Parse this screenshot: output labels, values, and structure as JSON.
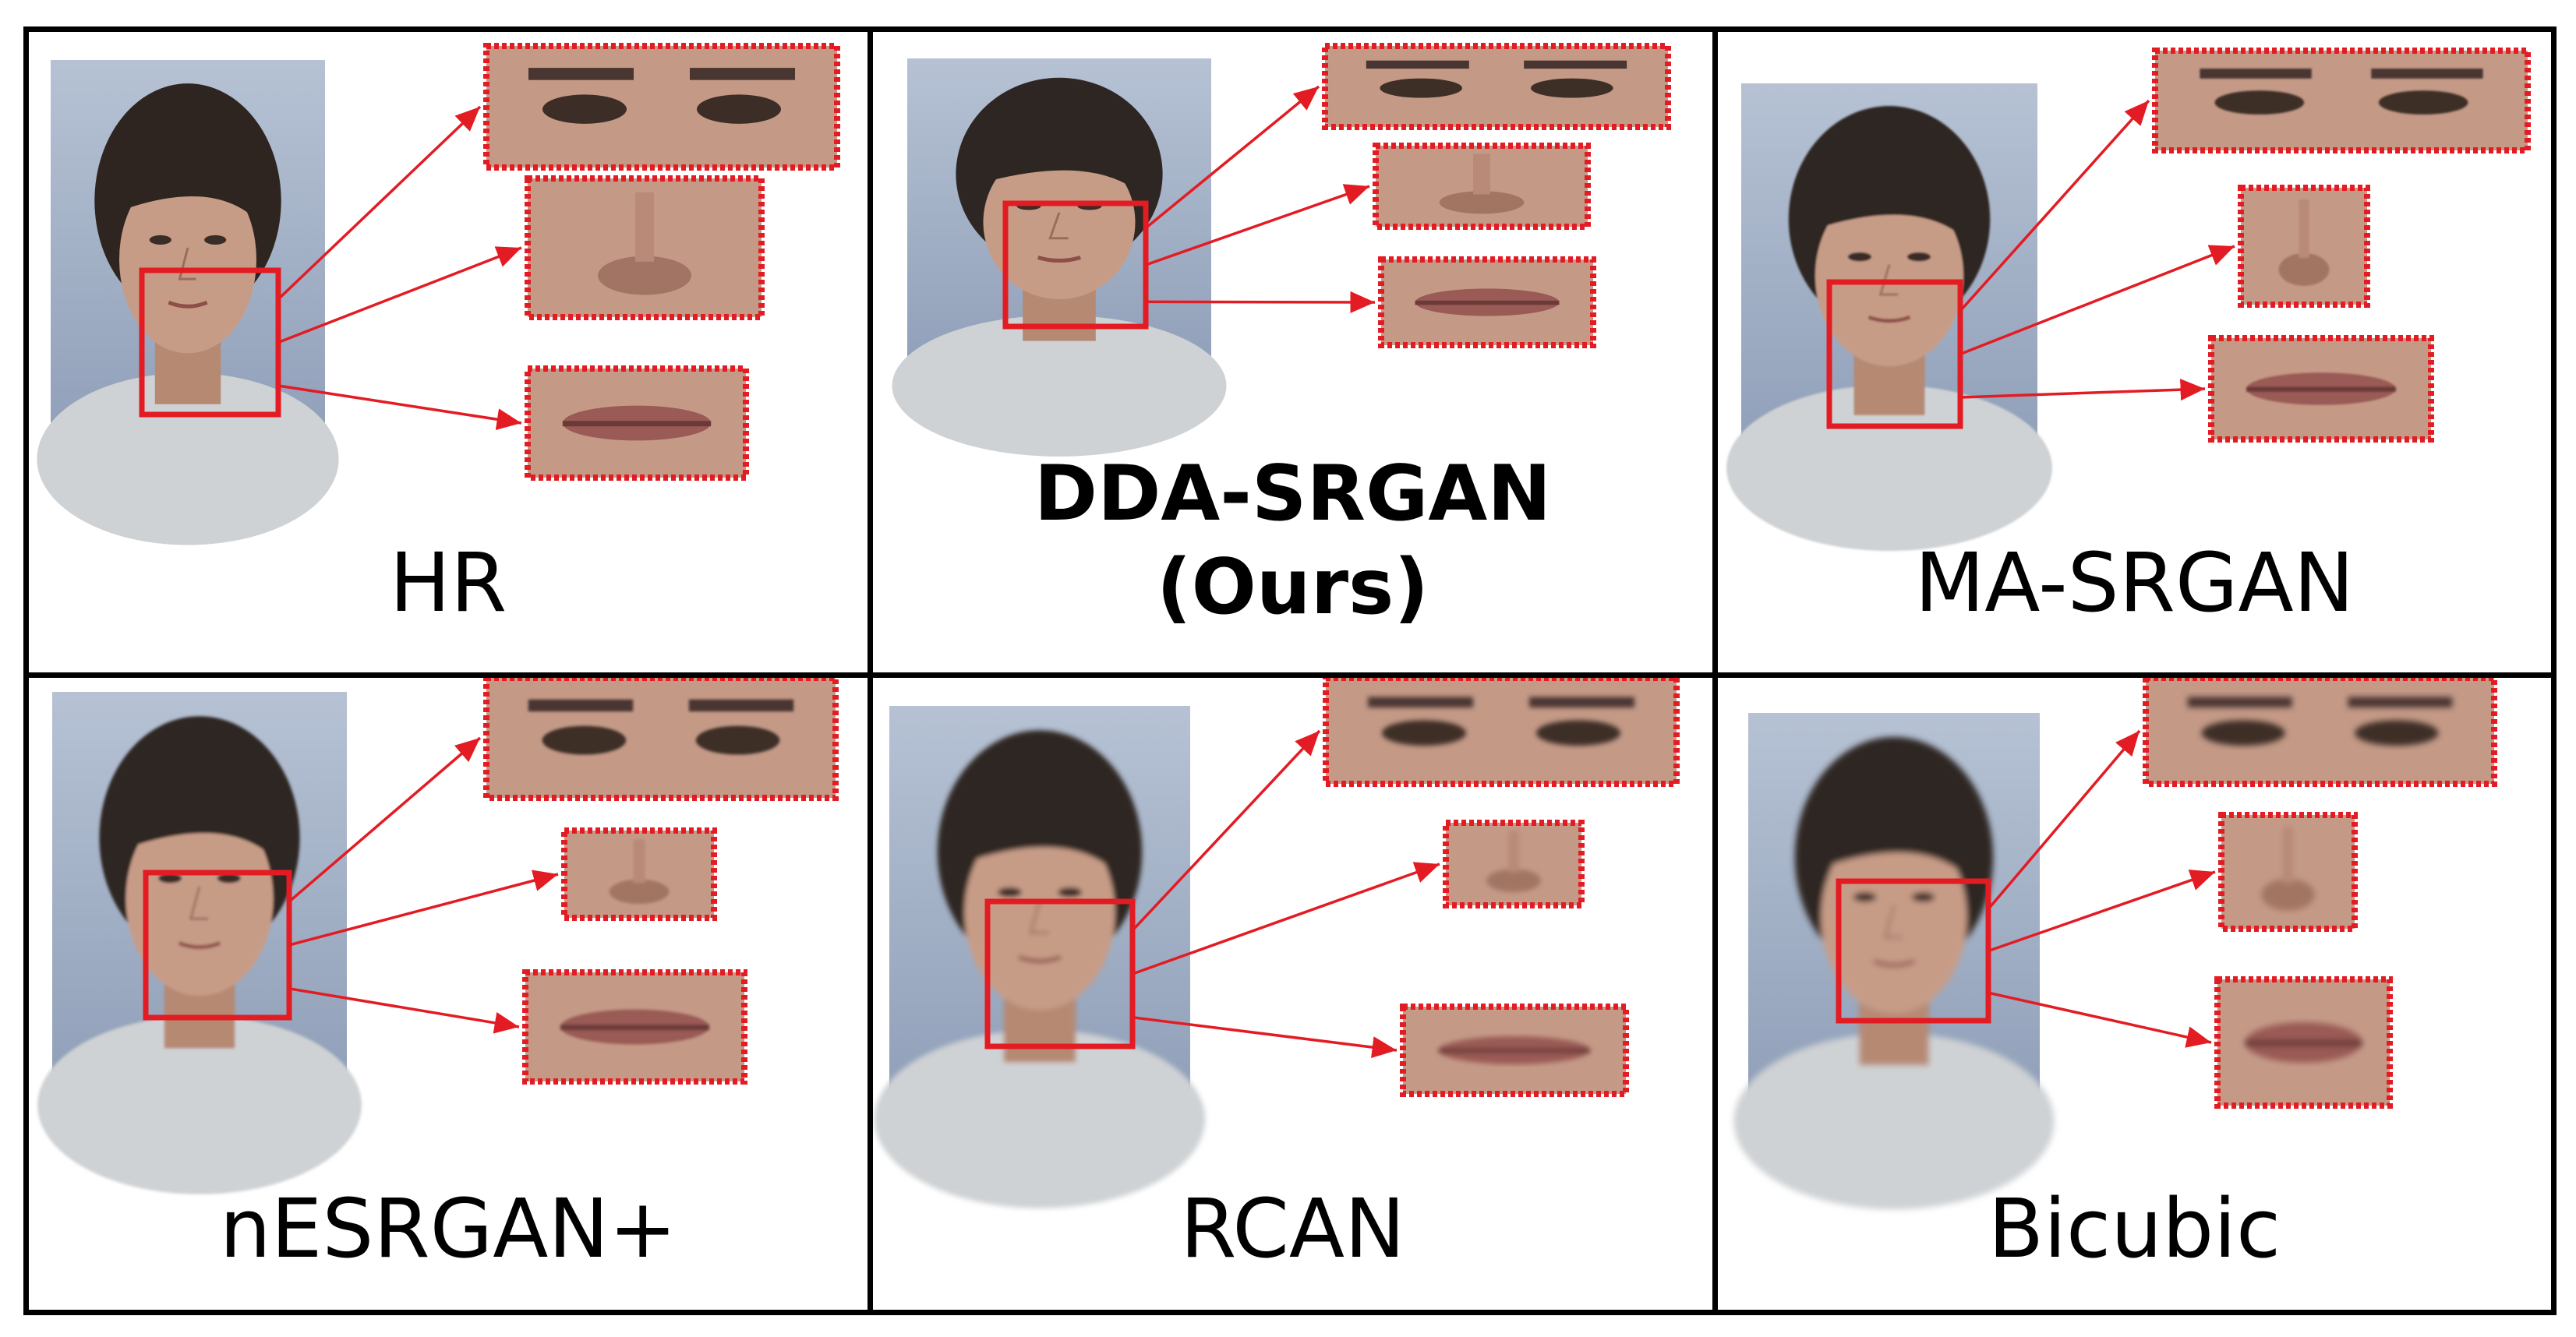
{
  "figure": {
    "panels": [
      {
        "id": "hr",
        "label": "HR",
        "label2": "",
        "bold": false,
        "sharp": 1.0
      },
      {
        "id": "dda",
        "label": "DDA-SRGAN",
        "label2": "(Ours)",
        "bold": true,
        "sharp": 0.95
      },
      {
        "id": "ma",
        "label": "MA-SRGAN",
        "label2": "",
        "bold": false,
        "sharp": 0.8
      },
      {
        "id": "nesrgan",
        "label": "nESRGAN+",
        "label2": "",
        "bold": false,
        "sharp": 0.7
      },
      {
        "id": "rcan",
        "label": "RCAN",
        "label2": "",
        "bold": false,
        "sharp": 0.45
      },
      {
        "id": "bicubic",
        "label": "Bicubic",
        "label2": "",
        "bold": false,
        "sharp": 0.35
      }
    ],
    "colors": {
      "highlight": "#e31b23",
      "border": "#000000",
      "skin": "#c79c87",
      "hair": "#2f2520",
      "bg": "#8f9fb8"
    }
  }
}
